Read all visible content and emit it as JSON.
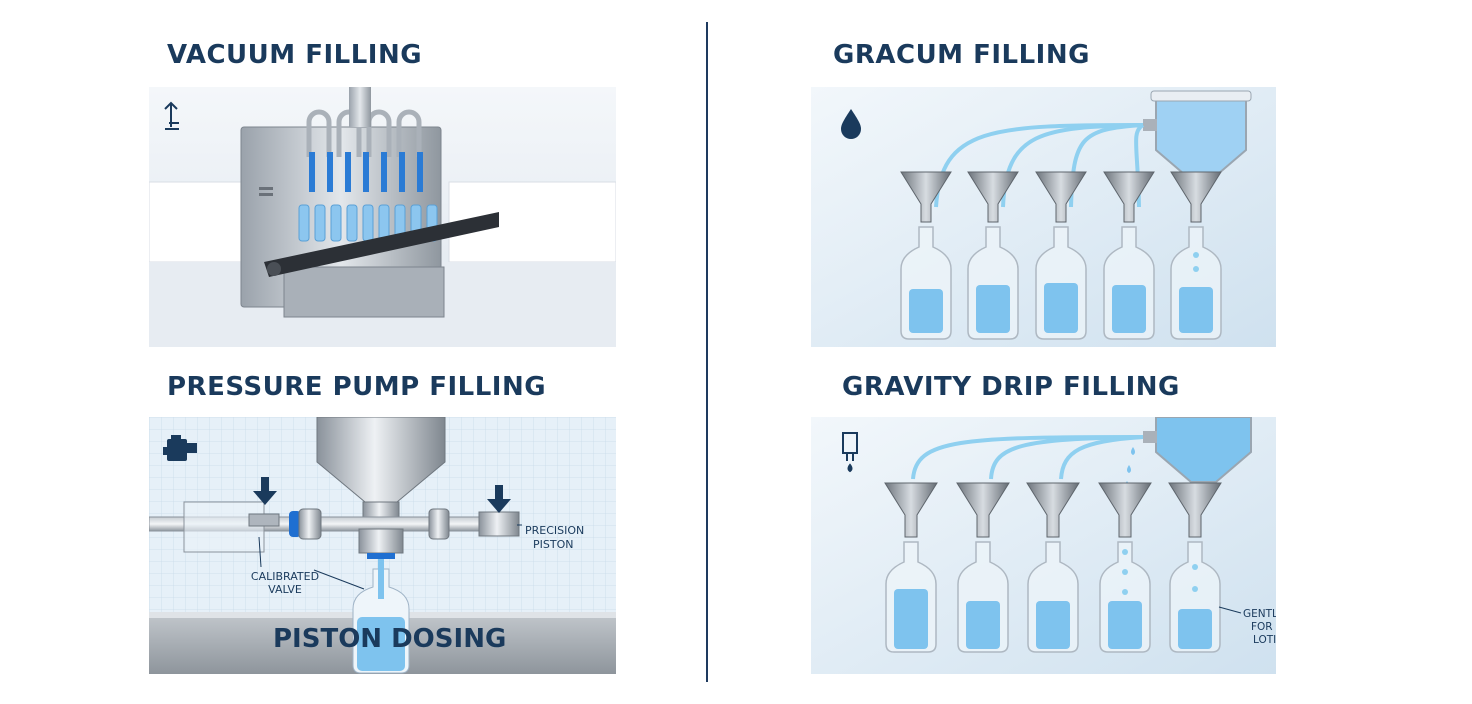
{
  "panels": {
    "vacuum": {
      "title": "VACUUM FILLING"
    },
    "gracum": {
      "title": "GRACUM FILLING"
    },
    "pressure": {
      "title": "PRESSURE PUMP FILLING",
      "callouts": {
        "valve_line1": "CALIBRATED",
        "valve_line2": "VALVE",
        "piston_line1": "PRECISION",
        "piston_line2": "PISTON"
      },
      "caption": "PISTON DOSING"
    },
    "gravity": {
      "title": "GRAVITY DRIP FILLING",
      "callout_line1": "GENTLE FLOW",
      "callout_line2": "FOR LIGHT",
      "callout_line3": "LOTIONS"
    }
  },
  "icons": [
    "vacuum-arrows-icon",
    "water-drop-icon",
    "pump-icon",
    "dropper-icon"
  ],
  "colors": {
    "title": "#1a3a5c",
    "liquid": "#7ec3ee",
    "steel": "#b8bec6",
    "accent": "#1f6fd1"
  }
}
